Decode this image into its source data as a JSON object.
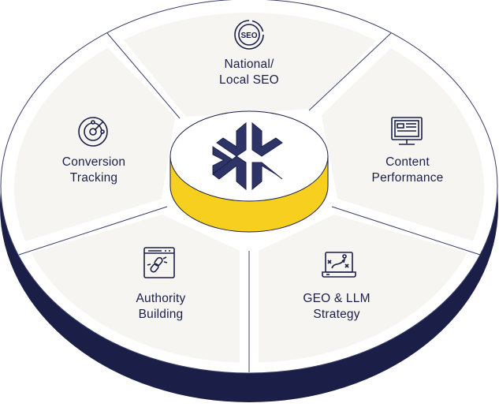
{
  "diagram": {
    "title": "SEO Services Wheel",
    "center": {
      "logo": "brand-snowflake-logo"
    },
    "segments": [
      {
        "id": "national-local-seo",
        "line1": "National/",
        "line2": "Local SEO",
        "icon": "seo-icon"
      },
      {
        "id": "content-performance",
        "line1": "Content",
        "line2": "Performance",
        "icon": "monitor-icon"
      },
      {
        "id": "geo-llm-strategy",
        "line1": "GEO & LLM",
        "line2": "Strategy",
        "icon": "laptop-strategy-icon"
      },
      {
        "id": "authority-building",
        "line1": "Authority",
        "line2": "Building",
        "icon": "browser-link-icon"
      },
      {
        "id": "conversion-tracking",
        "line1": "Conversion",
        "line2": "Tracking",
        "icon": "radar-target-icon"
      }
    ],
    "colors": {
      "navy": "#1b1f47",
      "segment_fill": "#f6f5f2",
      "hub_side": "#f7cf1f",
      "logo": "#2e3466",
      "divider": "#3a3f6b"
    }
  }
}
